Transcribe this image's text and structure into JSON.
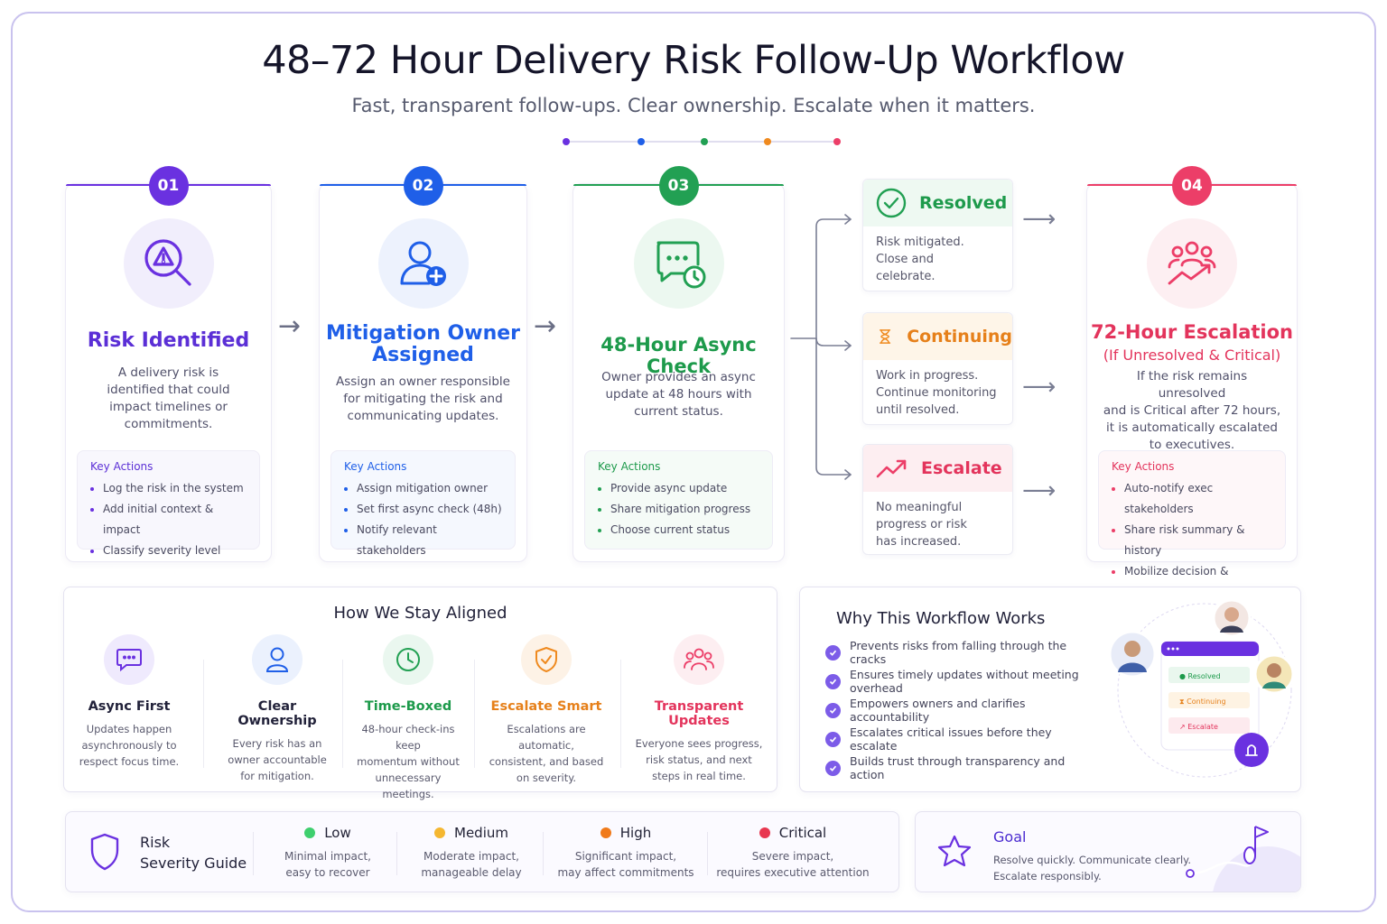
{
  "header": {
    "title": "48–72 Hour Delivery Risk Follow-Up Workflow",
    "subtitle": "Fast, transparent follow-ups. Clear ownership. Escalate when it matters."
  },
  "colors": {
    "purple": "#6a31e0",
    "blue": "#1f5fe8",
    "green": "#22a053",
    "orange": "#ef8a1f",
    "red": "#ec3e68"
  },
  "steps": [
    {
      "number": "01",
      "title": "Risk Identified",
      "title2": "",
      "desc": [
        "A delivery risk is",
        "identified that could",
        "impact timelines or",
        "commitments."
      ],
      "key_actions_label": "Key Actions",
      "actions": [
        "Log the risk in the system",
        "Add initial context & impact",
        "Classify severity level"
      ],
      "icon": "search-alert-icon"
    },
    {
      "number": "02",
      "title": "Mitigation Owner",
      "title2": "Assigned",
      "desc": [
        "Assign an owner responsible",
        "for mitigating the risk and",
        "communicating updates."
      ],
      "key_actions_label": "Key Actions",
      "actions": [
        "Assign mitigation owner",
        "Set first async check (48h)",
        "Notify relevant stakeholders"
      ],
      "icon": "user-add-icon"
    },
    {
      "number": "03",
      "title": "48-Hour Async Check",
      "title2": "",
      "desc": [
        "Owner provides an async",
        "update at 48 hours with",
        "current status."
      ],
      "key_actions_label": "Key Actions",
      "actions": [
        "Provide async update",
        "Share mitigation progress",
        "Choose current status"
      ],
      "icon": "chat-clock-icon"
    },
    {
      "number": "04",
      "title": "72-Hour Escalation",
      "title2": "(If Unresolved & Critical)",
      "desc": [
        "If the risk remains unresolved",
        "and is Critical after 72 hours,",
        "it is automatically escalated",
        "to executives."
      ],
      "key_actions_label": "Key Actions",
      "actions": [
        "Auto-notify exec stakeholders",
        "Share risk summary & history",
        "Mobilize decision & support"
      ],
      "icon": "team-trend-icon"
    }
  ],
  "outcomes": [
    {
      "title": "Resolved",
      "desc": [
        "Risk mitigated.",
        "Close and",
        "celebrate."
      ]
    },
    {
      "title": "Continuing",
      "desc": [
        "Work in progress.",
        "Continue monitoring",
        "until resolved."
      ]
    },
    {
      "title": "Escalate",
      "desc": [
        "No meaningful",
        "progress or risk",
        "has increased."
      ]
    }
  ],
  "aligned": {
    "title": "How We Stay Aligned",
    "items": [
      {
        "title": "Async First",
        "desc": [
          "Updates happen",
          "asynchronously to",
          "respect focus time."
        ]
      },
      {
        "title": "Clear Ownership",
        "desc": [
          "Every risk has an",
          "owner accountable",
          "for mitigation."
        ]
      },
      {
        "title": "Time-Boxed",
        "desc": [
          "48-hour check-ins keep",
          "momentum without",
          "unnecessary meetings."
        ]
      },
      {
        "title": "Escalate Smart",
        "desc": [
          "Escalations are automatic,",
          "consistent, and based",
          "on severity."
        ]
      },
      {
        "title": "Transparent Updates",
        "desc": [
          "Everyone sees progress,",
          "risk status, and next",
          "steps in real time."
        ]
      }
    ]
  },
  "why": {
    "title": "Why This Workflow Works",
    "items": [
      "Prevents risks from falling through the cracks",
      "Ensures timely updates without meeting overhead",
      "Empowers owners and clarifies accountability",
      "Escalates critical issues before they escalate",
      "Builds trust through transparency and action"
    ],
    "mini": [
      "Resolved",
      "Continuing",
      "Escalate"
    ]
  },
  "severity": {
    "title1": "Risk",
    "title2": "Severity Guide",
    "levels": [
      {
        "name": "Low",
        "desc": [
          "Minimal impact,",
          "easy to recover"
        ],
        "color": "#3ecf6e"
      },
      {
        "name": "Medium",
        "desc": [
          "Moderate impact,",
          "manageable delay"
        ],
        "color": "#f5b731"
      },
      {
        "name": "High",
        "desc": [
          "Significant impact,",
          "may affect commitments"
        ],
        "color": "#f07a1a"
      },
      {
        "name": "Critical",
        "desc": [
          "Severe impact,",
          "requires executive attention"
        ],
        "color": "#e8364f"
      }
    ]
  },
  "goal": {
    "title": "Goal",
    "desc": [
      "Resolve quickly. Communicate clearly.",
      "Escalate responsibly."
    ]
  }
}
